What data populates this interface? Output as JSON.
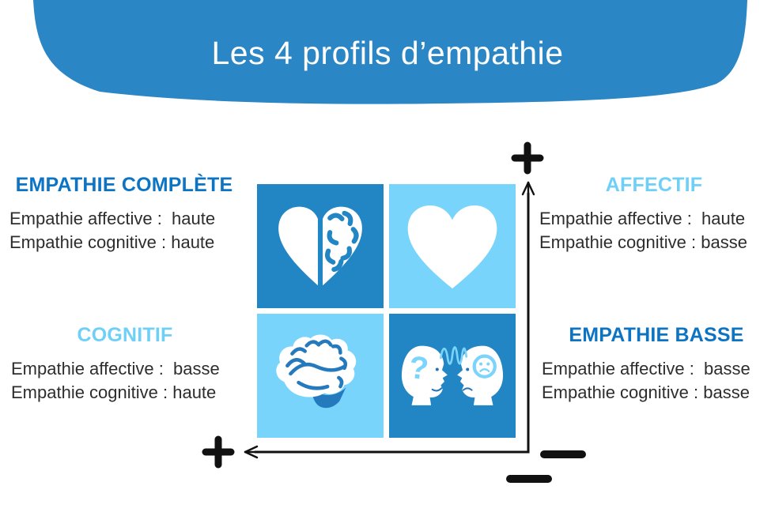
{
  "header": {
    "title": "Les 4 profils d’empathie",
    "banner_color": "#2b86c6"
  },
  "colors": {
    "quadrant_dark": "#2285c4",
    "quadrant_light": "#79d4fb",
    "heading_dark_blue": "#0d74c4",
    "heading_light_blue": "#6fd0f7",
    "body_text": "#2d2d2d",
    "axis_black": "#111111",
    "icon_white": "#ffffff"
  },
  "matrix": {
    "type": "quadrant-diagram",
    "vertical_axis": {
      "meaning": "Empathie affective",
      "top_label": "+",
      "bottom_label": "−"
    },
    "horizontal_axis": {
      "meaning": "Empathie cognitive",
      "left_label": "+",
      "right_label": "−"
    },
    "quadrants": [
      {
        "position": "top-left",
        "icon": "heart-brain-icon",
        "tone": "dark"
      },
      {
        "position": "top-right",
        "icon": "heart-icon",
        "tone": "light"
      },
      {
        "position": "bottom-left",
        "icon": "brain-icon",
        "tone": "light"
      },
      {
        "position": "bottom-right",
        "icon": "communication-heads-icon",
        "tone": "dark"
      }
    ]
  },
  "profiles": [
    {
      "name": "EMPATHIE COMPLÈTE",
      "tone": "dark",
      "lines": [
        "Empathie affective :  haute",
        "Empathie cognitive : haute"
      ]
    },
    {
      "name": "AFFECTIF",
      "tone": "light",
      "lines": [
        "Empathie affective :  haute",
        "Empathie cognitive : basse"
      ]
    },
    {
      "name": "COGNITIF",
      "tone": "light",
      "lines": [
        "Empathie affective :  basse",
        "Empathie cognitive : haute"
      ]
    },
    {
      "name": "EMPATHIE BASSE",
      "tone": "dark",
      "lines": [
        "Empathie affective :  basse",
        "Empathie cognitive : basse"
      ]
    }
  ]
}
